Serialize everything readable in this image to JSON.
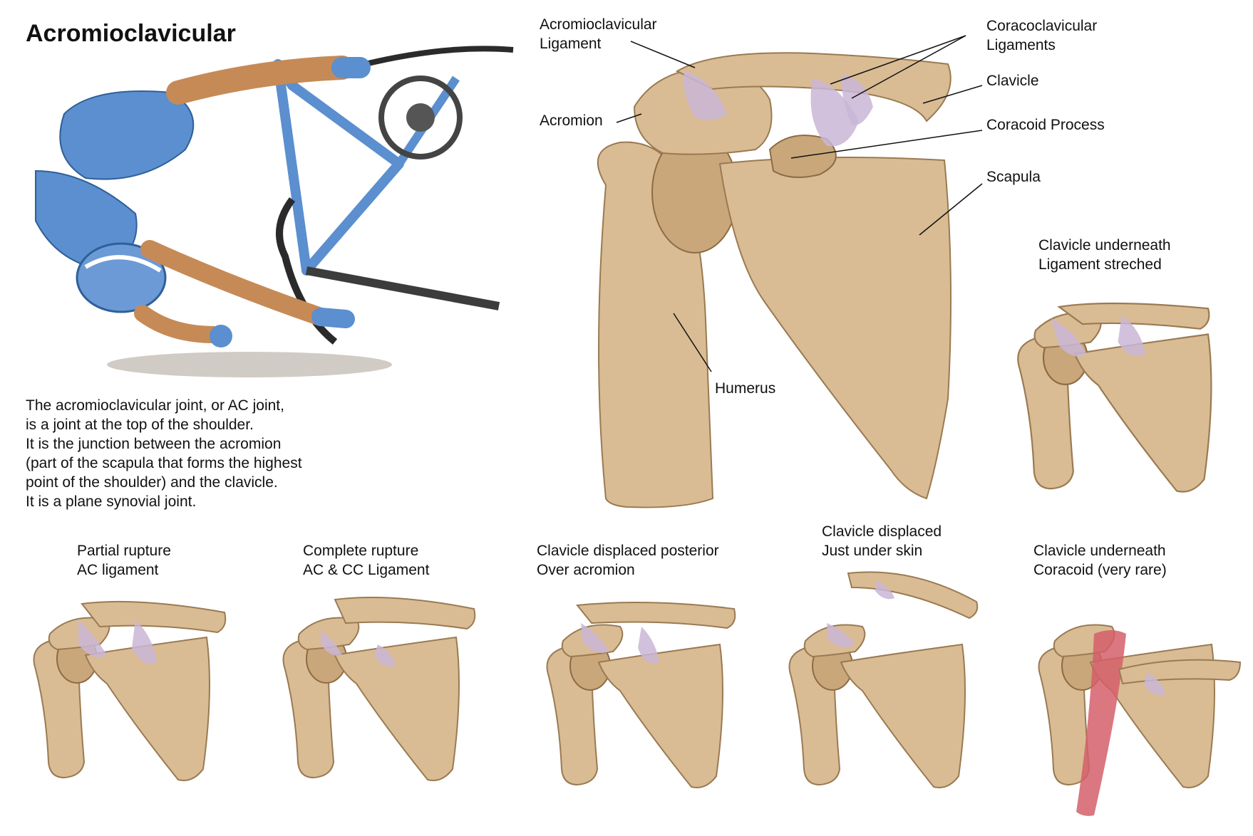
{
  "title": "Acromioclavicular",
  "description": [
    "The acromioclavicular joint, or AC joint,",
    "is a joint at the top of the shoulder.",
    "It is the junction between the acromion",
    "(part of the scapula that forms the highest",
    "point of the shoulder) and the clavicle.",
    "It is a plane synovial joint."
  ],
  "main_labels": {
    "ac_ligament": [
      "Acromioclavicular",
      "Ligament"
    ],
    "cc_ligaments": [
      "Coracoclavicular",
      "Ligaments"
    ],
    "clavicle": "Clavicle",
    "coracoid": "Coracoid Process",
    "acromion": "Acromion",
    "scapula": "Scapula",
    "humerus": "Humerus"
  },
  "injuries": {
    "underneath_lig": [
      "Clavicle underneath",
      "Ligament streched"
    ],
    "partial": [
      "Partial rupture",
      "AC ligament"
    ],
    "complete": [
      "Complete rupture",
      "AC & CC Ligament"
    ],
    "posterior": [
      "Clavicle displaced posterior",
      "Over acromion"
    ],
    "under_skin": [
      "Clavicle displaced",
      "Just under skin"
    ],
    "underneath_coracoid": [
      "Clavicle underneath",
      "Coracoid (very rare)"
    ]
  },
  "colors": {
    "bone": "#d9bc94",
    "ligament": "#c9b6d6",
    "jersey": "#5b8fcf",
    "muscle": "#d35f6a"
  }
}
